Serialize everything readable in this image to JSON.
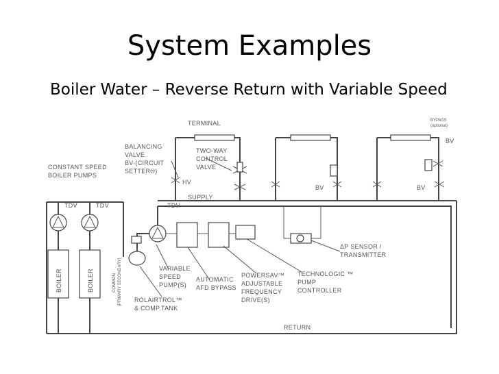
{
  "title": "System Examples",
  "subtitle": "Boiler Water – Reverse Return with Variable Speed",
  "diagram": {
    "terminal": "TERMINAL",
    "bypass": [
      "BYPASS",
      "(optional)"
    ],
    "balancing_valve": [
      "BALANCING",
      "VALVE",
      "BV-(CIRCUIT",
      "SETTER®)"
    ],
    "two_way_valve": [
      "TWO-WAY",
      "CONTROL",
      "VALVE"
    ],
    "hv": "HV",
    "bv": "BV",
    "constant_speed_pumps": [
      "CONSTANT SPEED",
      "BOILER PUMPS"
    ],
    "tdv": "TDV",
    "supply": "SUPPLY",
    "boiler": "BOILER",
    "common": [
      "COMMON",
      "(PRIMARY SECONDARY)"
    ],
    "variable_speed_pumps": [
      "VARIABLE",
      "SPEED",
      "PUMP(S)"
    ],
    "automatic_afd_bypass": [
      "AUTOMATIC",
      "AFD BYPASS"
    ],
    "powersav": [
      "POWERSAV™",
      "ADJUSTABLE",
      "FREQUENCY",
      "DRIVE(S)"
    ],
    "technologic": [
      "TECHNOLOGIC ™",
      "PUMP",
      "CONTROLLER"
    ],
    "dp_sensor": [
      "ΔP SENSOR /",
      "TRANSMITTER"
    ],
    "rolairtrol": [
      "ROLAIRTROL™",
      "& COMP.TANK"
    ],
    "return": "RETURN"
  }
}
